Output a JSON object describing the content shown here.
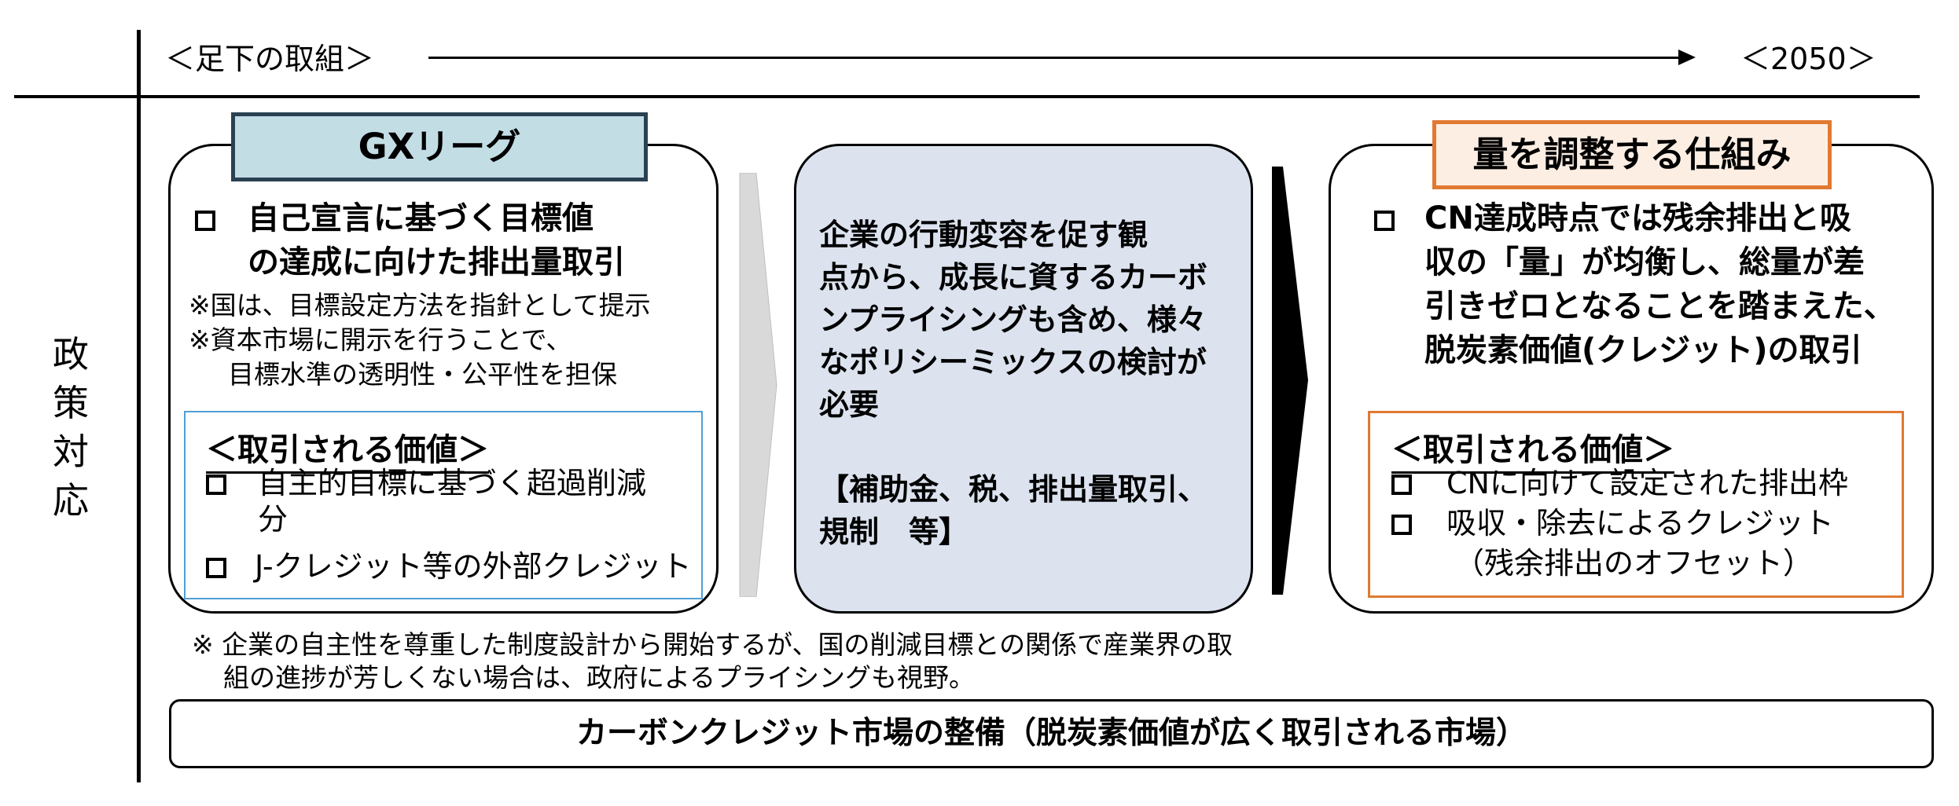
{
  "timeline": {
    "start": "＜足下の取組＞",
    "end": "＜2050＞"
  },
  "side_label": [
    "政",
    "策",
    "対",
    "応"
  ],
  "gx_league": {
    "title": "GXリーグ",
    "heading_line1": "自己宣言に基づく目標値",
    "heading_line2": "の達成に向けた排出量取引",
    "note1": "※国は、目標設定方法を指針として提示",
    "note2": "※資本市場に開示を行うことで、",
    "note3": "目標水準の透明性・公平性を担保",
    "value_box": {
      "title": "＜取引される価値＞",
      "item1_line1": "自主的目標に基づく超過削減",
      "item1_line2": "分",
      "item2": "J-クレジット等の外部クレジット"
    }
  },
  "middle": {
    "line1": "企業の行動変容を促す観",
    "line2": "点から、成長に資するカーボ",
    "line3": "ンプライシングも含め、様々",
    "line4": "なポリシーミックスの検討が",
    "line5": "必要",
    "line6": "【補助金、税、排出量取引、",
    "line7": "規制　等】"
  },
  "quantity": {
    "title": "量を調整する仕組み",
    "heading_line1": "CN達成時点では残余排出と吸",
    "heading_line2": "収の「量」が均衡し、総量が差",
    "heading_line3": "引きゼロとなることを踏まえた、",
    "heading_line4": "脱炭素価値(クレジット)の取引",
    "value_box": {
      "title": "＜取引される価値＞",
      "item1": "CNに向けて設定された排出枠",
      "item2": "吸収・除去によるクレジット",
      "item2_sub": "（残余排出のオフセット）"
    }
  },
  "footnote": {
    "line1": "※ 企業の自主性を尊重した制度設計から開始するが、国の削減目標との関係で産業界の取",
    "line2": "組の進捗が芳しくない場合は、政府によるプライシングも視野。"
  },
  "bottom_bar": "カーボンクレジット市場の整備（脱炭素価値が広く取引される市場）",
  "colors": {
    "gx_title_fill": "#c3dde5",
    "gx_title_border": "#2a4151",
    "quantity_title_fill": "#fdeee3",
    "quantity_border": "#e07a33",
    "value_box_left_border": "#4f9fd6",
    "middle_fill": "#dce3ef",
    "chevron_left": "#d9d9d9",
    "chevron_right": "#000000"
  }
}
